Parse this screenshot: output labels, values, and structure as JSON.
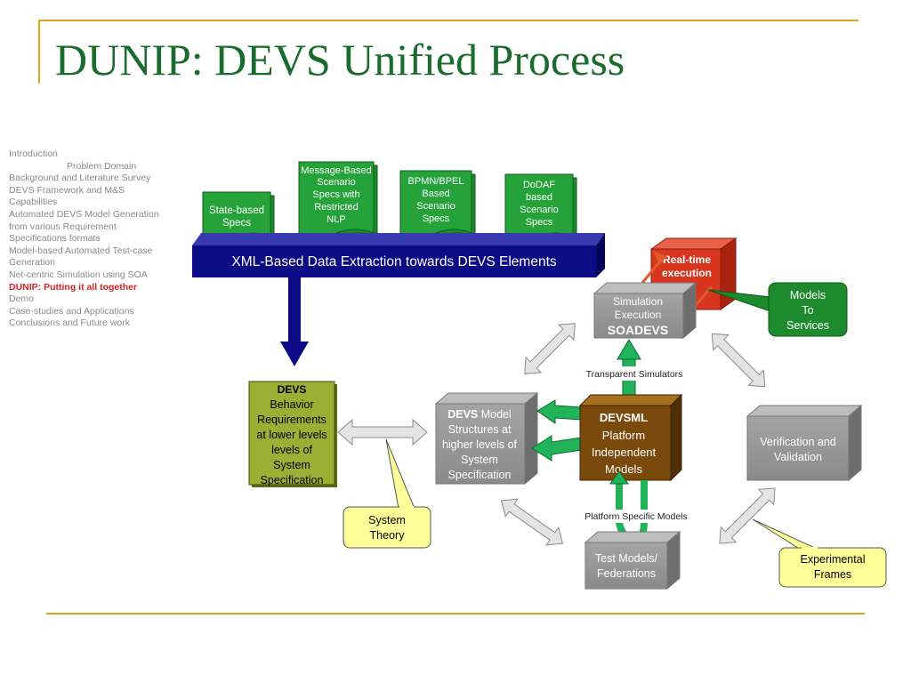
{
  "title": "DUNIP: DEVS Unified Process",
  "nav": {
    "items": [
      "Introduction",
      "Problem Domain",
      "Background and Literature Survey",
      "DEVS Framework and M&S",
      "Capabilities",
      "Automated DEVS Model Generation",
      "from various Requirement",
      "Specifications formats",
      "Model-based Automated Test-case",
      "Generation",
      "Net-centric Simulation using SOA",
      "DUNIP: Putting it all together",
      "Demo",
      "Case-studies and Applications",
      "Conclusions and Future work"
    ]
  },
  "diagram": {
    "specs": {
      "state": [
        "State-based",
        "Specs"
      ],
      "message": [
        "Message-Based",
        "Scenario",
        "Specs with",
        "Restricted",
        "NLP"
      ],
      "bpmn": [
        "BPMN/BPEL",
        "Based",
        "Scenario",
        "Specs"
      ],
      "dodaf": [
        "DoDAF",
        "based",
        "Scenario",
        "Specs"
      ]
    },
    "banner": "XML-Based Data Extraction towards DEVS Elements",
    "realtime": [
      "Real-time",
      "execution"
    ],
    "sim_exec": [
      "Simulation",
      "Execution",
      "SOADEVS"
    ],
    "models_to_services": [
      "Models",
      "To",
      "Services"
    ],
    "transparent": "Transparent Simulators",
    "behavior": [
      "DEVS",
      "Behavior",
      "Requirements",
      "at lower levels",
      "levels of",
      "System",
      "Specification"
    ],
    "structure": [
      "DEVS",
      " Model",
      "Structures at",
      "higher levels of",
      "System",
      "Specification"
    ],
    "devsml": [
      "DEVSML",
      "Platform",
      "Independent",
      "Models"
    ],
    "verification": [
      "Verification and",
      "Validation"
    ],
    "system_theory": [
      "System",
      "Theory"
    ],
    "platform_specific": "Platform Specific Models",
    "test_models": [
      "Test Models/",
      "Federations"
    ],
    "experimental": [
      "Experimental",
      "Frames"
    ]
  },
  "colors": {
    "title": "#1a6b2e",
    "frame": "#d9a521",
    "green_box": "#1e8a2e",
    "banner": "#0b0b86",
    "gray_box": "#8c8c8c",
    "devsml": "#7a4a0c",
    "realtime": "#d8351f",
    "behavior": "#9aaf33",
    "callout": "#ffff99",
    "arrow_green": "#22b35a",
    "nav_active": "#d8251f"
  }
}
